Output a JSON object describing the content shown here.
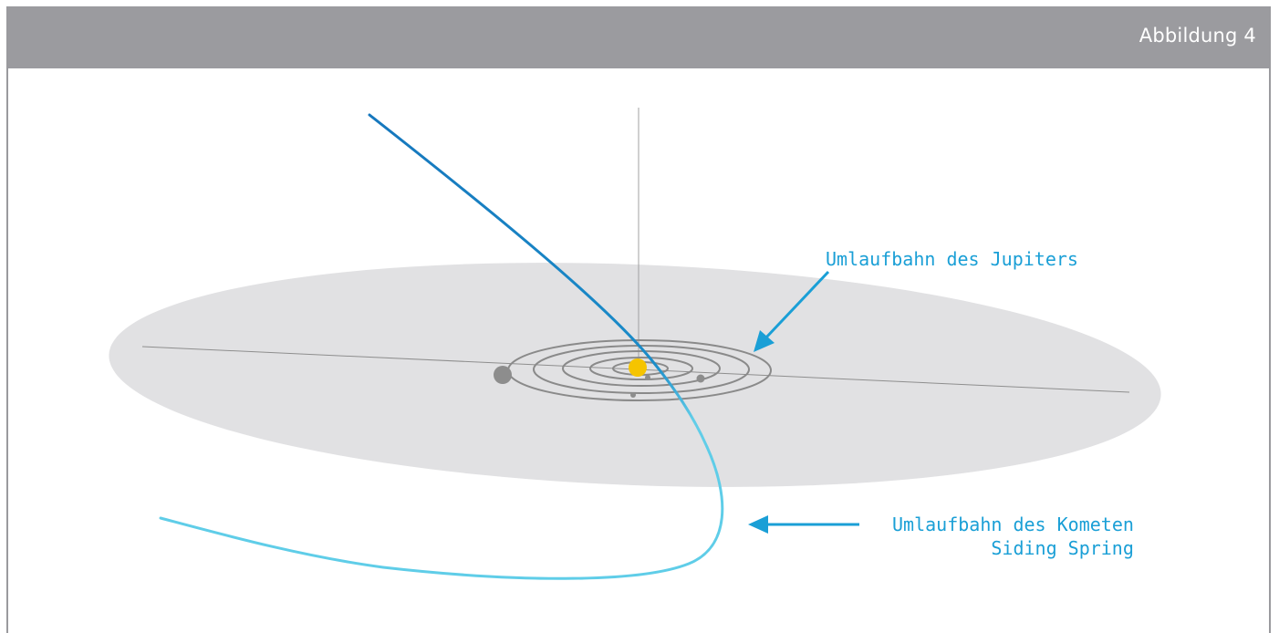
{
  "header": {
    "title": "Abbildung 4"
  },
  "labels": {
    "jupiter_orbit": "Umlaufbahn des Jupiters",
    "comet_orbit_line1": "Umlaufbahn des Kometen",
    "comet_orbit_line2": "Siding Spring"
  },
  "colors": {
    "header_bg": "#9b9b9f",
    "ecliptic_plane": "#e1e1e3",
    "orbit_lines": "#8a8a8a",
    "sun": "#f5c400",
    "comet_dark": "#1883c4",
    "comet_light": "#5fcde8",
    "label_text": "#1a9fd6",
    "arrow": "#1a9fd6"
  }
}
